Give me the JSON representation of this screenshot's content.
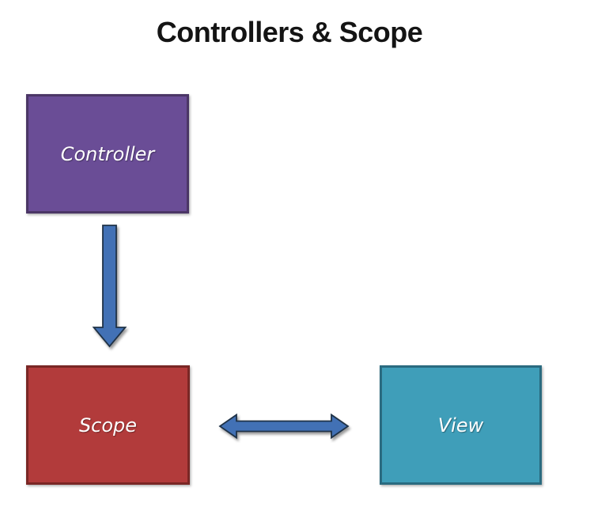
{
  "title": "Controllers & Scope",
  "colors": {
    "background": "#FFFFFF",
    "title_text": "#141414",
    "node_text": "#FFFFFF",
    "controller_fill": "#6A4D96",
    "controller_border": "#4B3666",
    "scope_fill": "#B23B3B",
    "scope_border": "#7A2725",
    "view_fill": "#3F9EB9",
    "view_border": "#2A6B80",
    "arrow_fill": "#4271B5",
    "arrow_border": "#1F3247"
  },
  "nodes": [
    {
      "id": "controller",
      "label": "Controller"
    },
    {
      "id": "scope",
      "label": "Scope"
    },
    {
      "id": "view",
      "label": "View"
    }
  ],
  "connectors": [
    {
      "from": "controller",
      "to": "scope",
      "type": "arrow-down",
      "direction": "one-way"
    },
    {
      "from": "scope",
      "to": "view",
      "type": "arrow-horizontal",
      "direction": "two-way"
    }
  ]
}
